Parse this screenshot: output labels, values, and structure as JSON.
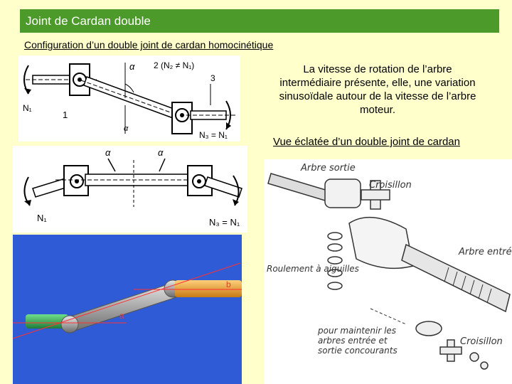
{
  "header": {
    "title": "Joint de Cardan double"
  },
  "subtitle": "Configuration d’un double joint de cardan homocinétique",
  "description": "La vitesse de rotation de l’arbre intermédiaire présente, elle, une variation sinusoïdale autour de la vitesse de l’arbre moteur.",
  "exploded_caption": "Vue éclatée d’un double joint de cardan",
  "diagram1": {
    "alpha_top": "α",
    "label_n2": "2 (N₂ ≠ N₁)",
    "label_3": "3",
    "label_n1": "N₁",
    "label_1": "1",
    "alpha_bottom": "α",
    "label_n3": "N₃ = N₁"
  },
  "diagram2": {
    "alpha_left": "α",
    "alpha_right": "α",
    "label_n1": "N₁",
    "label_n3": "N₃ = N₁"
  },
  "render3d": {
    "label_b": "b",
    "label_a": "a"
  },
  "exploded": {
    "label_arbre_sortie": "Arbre sortie",
    "label_croisillon_top": "Croisillon",
    "label_roulement": "Roulement à aiguilles",
    "label_arbre_entree": "Arbre entrée",
    "label_maintenir": "pour maintenir les arbres entrée et sortie concourants",
    "label_croisillon_bottom": "Croisillon"
  }
}
